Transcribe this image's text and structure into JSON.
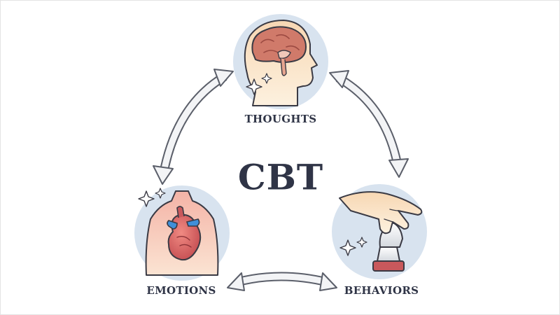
{
  "title": "CBT",
  "nodes": {
    "thoughts": {
      "label": "THOUGHTS",
      "icon": "brain-head-icon"
    },
    "behaviors": {
      "label": "BEHAVIORS",
      "icon": "hand-chess-piece-icon"
    },
    "emotions": {
      "label": "EMOTIONS",
      "icon": "heart-torso-icon"
    }
  },
  "colors": {
    "text": "#2f3446",
    "circle": "#d8e3ef",
    "arrow_fill": "#f3f4f6",
    "arrow_stroke": "#5b5f6a",
    "accent_red": "#c8585c",
    "accent_blue": "#3f8fd8",
    "skin": "#f8dec2"
  }
}
